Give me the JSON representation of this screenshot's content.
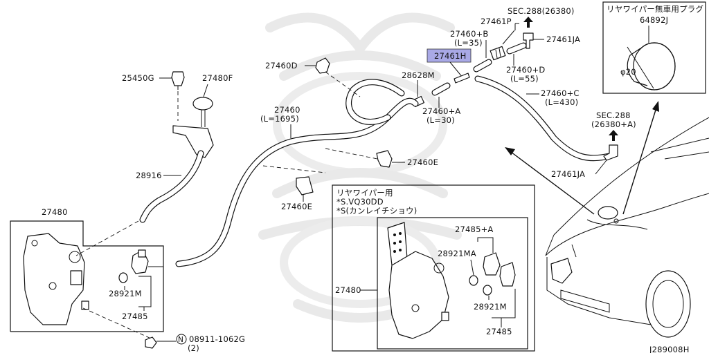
{
  "diagram": {
    "code": "J289008H",
    "box_top_right": {
      "title": "リヤワイパー無車用プラグ",
      "part": "64892J",
      "dim": "φ20"
    },
    "box_rear_wiper": {
      "title": "リヤワイパー用",
      "line2": "*S.VQ30DD",
      "line3": "*S(カンレイチショウ)"
    },
    "labels": {
      "sec_288_26380": "SEC.288(26380)",
      "p27461P": "27461P",
      "p27461JA_top": "27461JA",
      "p27460B": "27460+B",
      "p27460B_len": "(L=35)",
      "p27461H": "27461H",
      "p27460D_hose": "27460+D",
      "p27460D_len": "(L=55)",
      "p27460D_clip": "27460D",
      "p28628M": "28628M",
      "p27460C": "27460+C",
      "p27460C_len": "(L=430)",
      "p27460A": "27460+A",
      "p27460A_len": "(L=30)",
      "p27460": "27460",
      "p27460_len": "(L=1695)",
      "sec_288_26380A_1": "SEC.288",
      "sec_288_26380A_2": "(26380+A)",
      "p27461JA_bottom": "27461JA",
      "p25450G": "25450G",
      "p27480F": "27480F",
      "p28916": "28916",
      "p27460E_right": "27460E",
      "p27460E_mid": "27460E",
      "p27480_left": "27480",
      "p28921M_left": "28921M",
      "p27485_left": "27485",
      "p08911_prefix": "N",
      "p08911": "08911-1062G",
      "p08911_qty": "(2)",
      "p27485A": "27485+A",
      "p28921MA": "28921MA",
      "p27480_box": "27480",
      "p28921M_box": "28921M",
      "p27485_box": "27485"
    }
  }
}
